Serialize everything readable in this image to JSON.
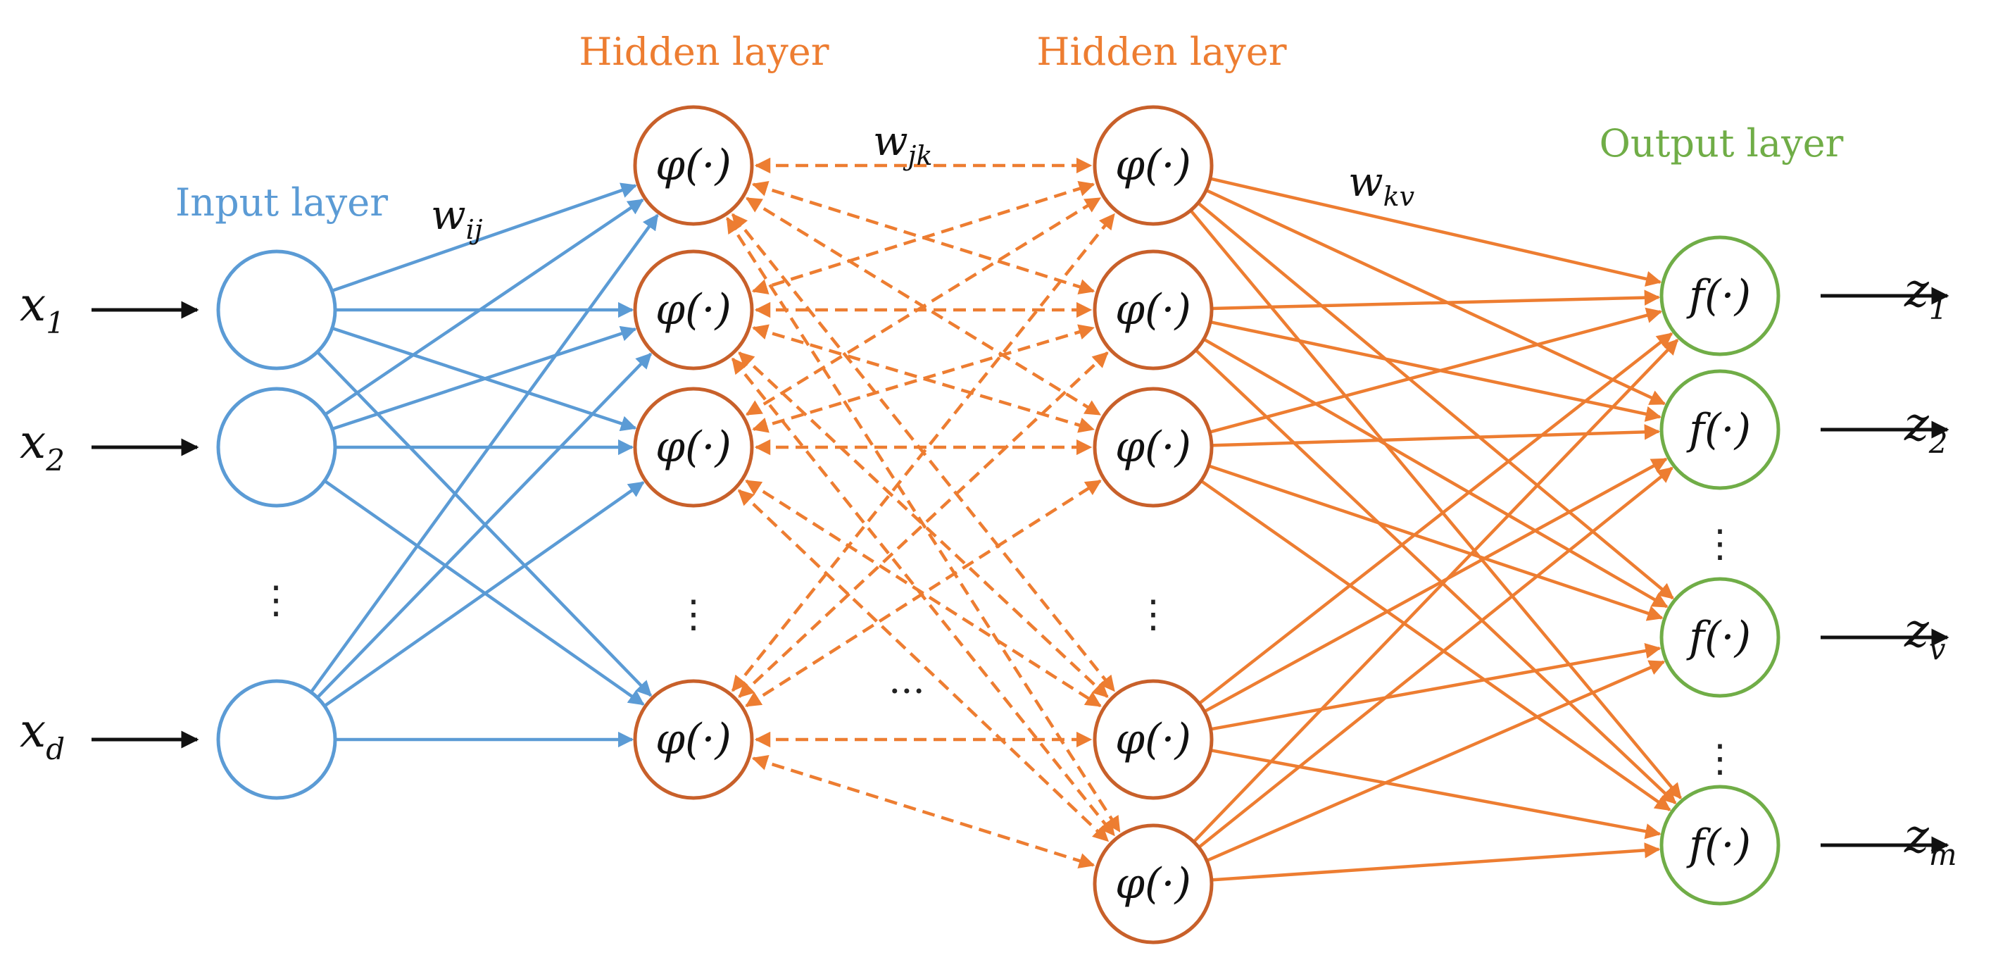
{
  "colors": {
    "input": "#5b9bd5",
    "hidden": "#ed7d31",
    "hidden_node": "#c8602a",
    "output": "#70ad47",
    "text": "#111111"
  },
  "titles": {
    "input": "Input layer",
    "hidden1": "Hidden layer",
    "hidden2": "Hidden layer",
    "output": "Output layer"
  },
  "weights": {
    "w_ij": {
      "base": "w",
      "sub": "ij"
    },
    "w_jk": {
      "base": "w",
      "sub": "jk"
    },
    "w_kv": {
      "base": "w",
      "sub": "kv"
    }
  },
  "inputs": [
    {
      "base": "x",
      "sub": "1"
    },
    {
      "base": "x",
      "sub": "2"
    },
    {
      "base": "x",
      "sub": "d"
    }
  ],
  "outputs": [
    {
      "base": "z",
      "sub": "1"
    },
    {
      "base": "z",
      "sub": "2"
    },
    {
      "base": "z",
      "sub": "v"
    },
    {
      "base": "z",
      "sub": "m"
    }
  ],
  "hidden_activation": "φ(·)",
  "output_activation": "f(·)",
  "ellipsis_vertical": "⋮",
  "ellipsis_horizontal": "···"
}
